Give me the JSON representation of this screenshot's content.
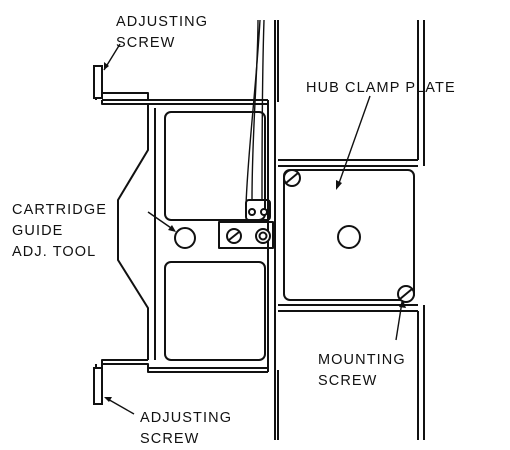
{
  "labels": {
    "adjusting_screw_top_line1": "ADJUSTING",
    "adjusting_screw_top_line2": "SCREW",
    "hub_clamp_plate": "HUB CLAMP PLATE",
    "cartridge_line1": "CARTRIDGE",
    "cartridge_line2": "GUIDE",
    "cartridge_line3": "ADJ. TOOL",
    "mounting_screw_line1": "MOUNTING",
    "mounting_screw_line2": "SCREW",
    "adjusting_screw_bottom_line1": "ADJUSTING",
    "adjusting_screw_bottom_line2": "SCREW"
  },
  "colors": {
    "line": "#111111",
    "background": "#ffffff"
  }
}
